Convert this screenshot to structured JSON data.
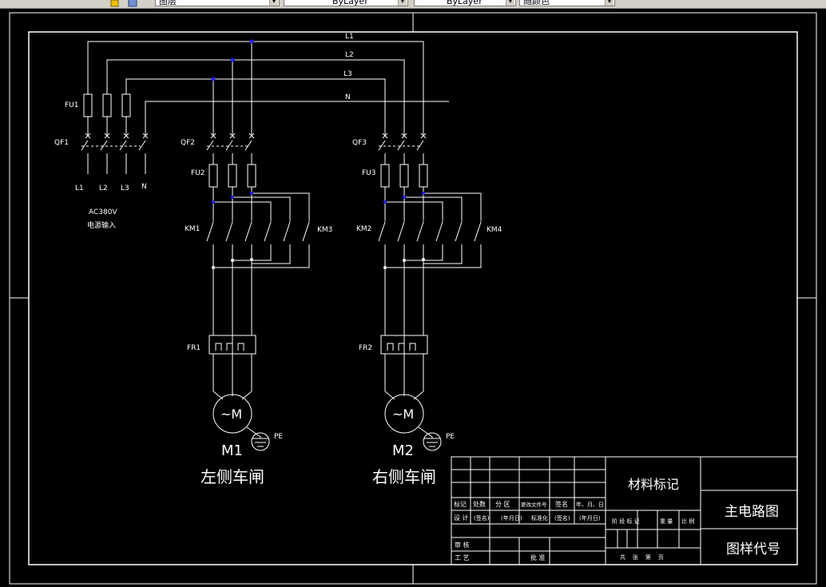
{
  "toolbar": {
    "layer_combo": "图层",
    "color_combo": "ByLayer",
    "linetype_combo": "ByLayer",
    "lineweight_combo": "随颜色"
  },
  "drawing": {
    "bus_labels": [
      "L1",
      "L2",
      "L3",
      "N"
    ],
    "source": {
      "fuse_label": "FU1",
      "breaker_label": "QF1",
      "terminal_labels": [
        "L1",
        "L2",
        "L3",
        "N"
      ],
      "voltage": "AC380V",
      "caption": "电源输入"
    },
    "motor_left": {
      "breaker": "QF2",
      "fuse": "FU2",
      "contactor_a": "KM1",
      "contactor_b": "KM3",
      "relay": "FR1",
      "motor_symbol": "~M",
      "ground": "PE",
      "motor_name": "M1",
      "caption": "左侧车闸"
    },
    "motor_right": {
      "breaker": "QF3",
      "fuse": "FU3",
      "contactor_a": "KM2",
      "contactor_b": "KM4",
      "relay": "FR2",
      "motor_symbol": "~M",
      "ground": "PE",
      "motor_name": "M2",
      "caption": "右侧车闸"
    },
    "title_block": {
      "material": "材料标记",
      "drawing_title": "主电路图",
      "drawing_code": "图样代号",
      "row_headers": [
        "标记",
        "处数",
        "分 区",
        "更改文件号",
        "签名",
        "年、月、日"
      ],
      "design_row": [
        "设 计",
        "(签名)",
        "(年月日)",
        "标准化",
        "(签名)",
        "(年月日)"
      ],
      "stage_headers": [
        "阶 段 标 记",
        "重 量",
        "比 例"
      ],
      "review": "审 核",
      "process": "工 艺",
      "approve": "批 准",
      "sheets": "共    张    第    页"
    }
  }
}
